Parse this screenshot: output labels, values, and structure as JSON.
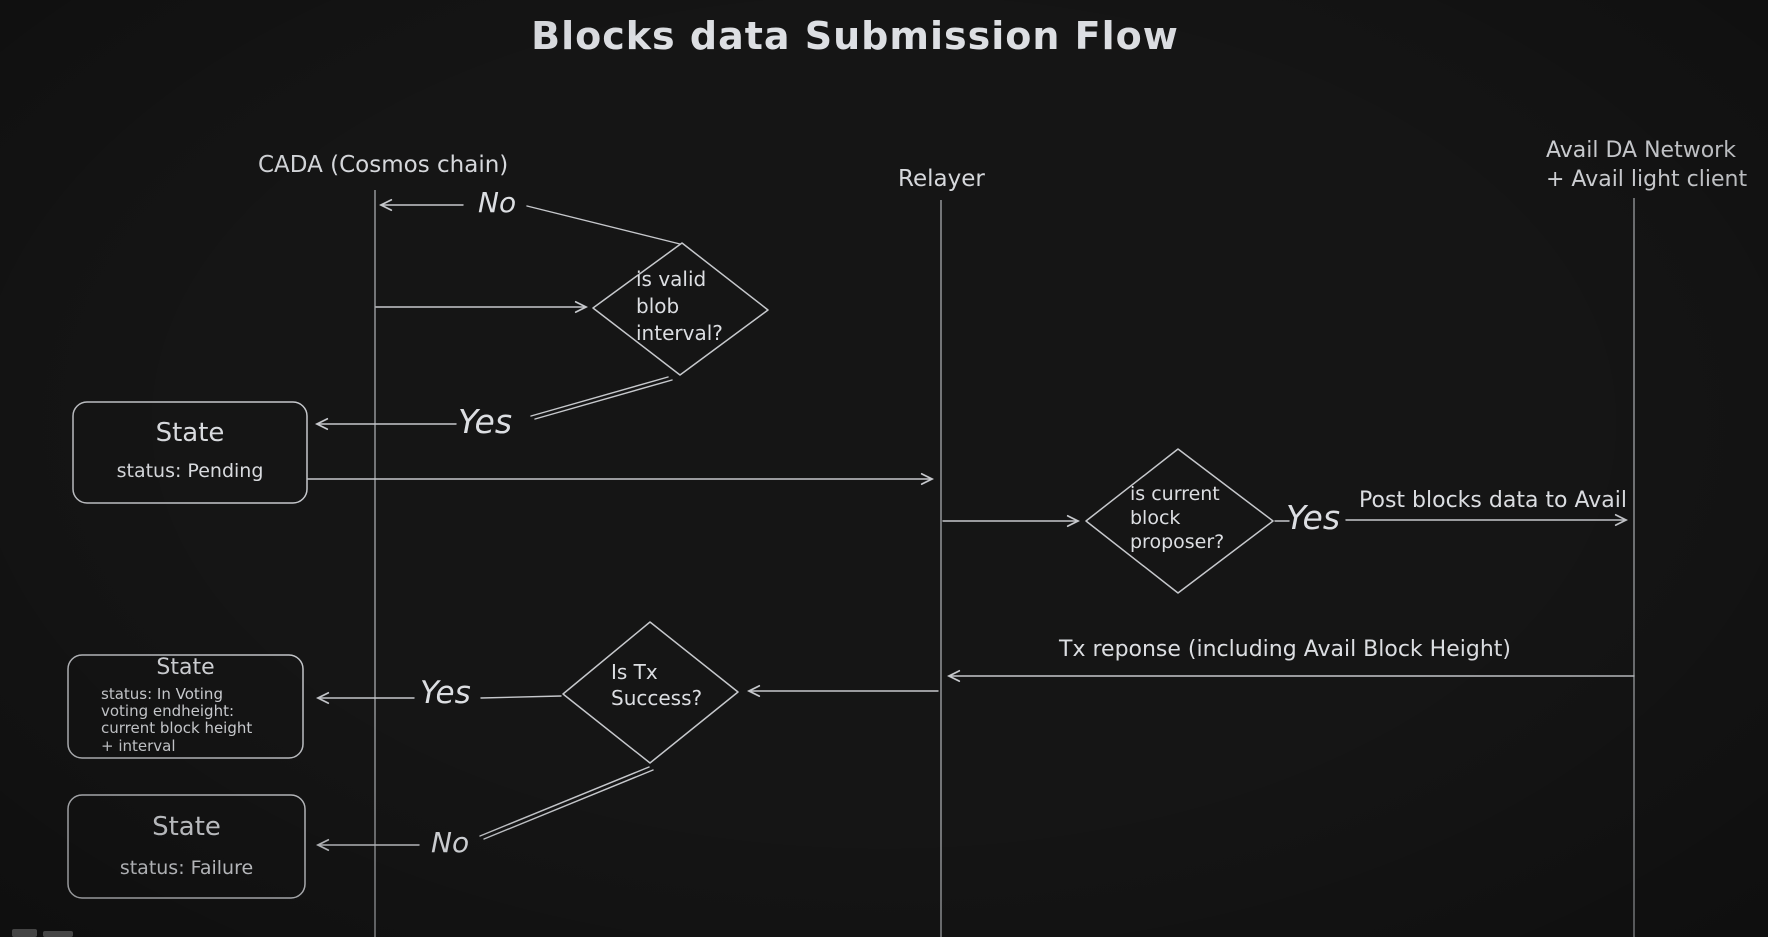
{
  "title": "Blocks data Submission Flow",
  "colors": {
    "background": "#151515",
    "stroke": "#c6c8cc",
    "text": "#d9dbdf"
  },
  "lifelines": [
    {
      "id": "cada",
      "label": "CADA (Cosmos chain)"
    },
    {
      "id": "relayer",
      "label": "Relayer"
    },
    {
      "id": "avail",
      "lines": [
        "Avail DA Network",
        "+ Avail light client"
      ]
    }
  ],
  "decisions": [
    {
      "id": "is-valid-blob-interval",
      "lines": [
        "is valid",
        "blob",
        "interval?"
      ]
    },
    {
      "id": "is-current-block-proposer",
      "lines": [
        "is current",
        "block",
        "proposer?"
      ]
    },
    {
      "id": "is-tx-success",
      "lines": [
        "Is Tx",
        "Success?"
      ]
    }
  ],
  "states": [
    {
      "id": "state-pending",
      "title": "State",
      "lines": [
        "status: Pending"
      ]
    },
    {
      "id": "state-in-voting",
      "title": "State",
      "lines": [
        "status: In Voting",
        "voting endheight:",
        "current block height",
        "+ interval"
      ]
    },
    {
      "id": "state-failure",
      "title": "State",
      "lines": [
        "status: Failure"
      ]
    }
  ],
  "edge_labels": {
    "no_invalid_interval": "No",
    "yes_valid_interval": "Yes",
    "yes_current_proposer": "Yes",
    "post_blocks": "Post blocks data to Avail",
    "tx_response": "Tx reponse (including Avail Block Height)",
    "yes_tx_success": "Yes",
    "no_tx_success": "No"
  }
}
